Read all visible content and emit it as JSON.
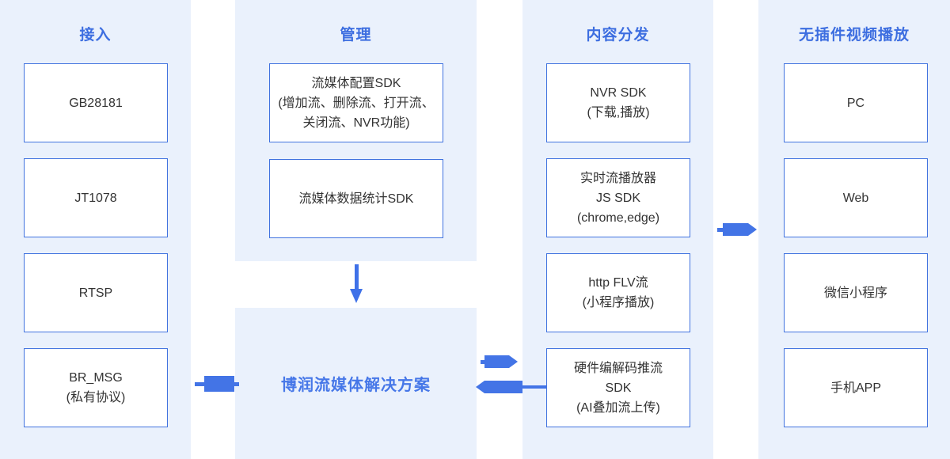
{
  "colors": {
    "panel_bg": "#EAF1FC",
    "box_border": "#4173DF",
    "title_text": "#3D6EE0",
    "box_text": "#333333",
    "arrow": "#4374E6",
    "solution_text": "#4677E8"
  },
  "columns": {
    "access": {
      "title": "接入",
      "boxes": [
        [
          "GB28181"
        ],
        [
          "JT1078"
        ],
        [
          "RTSP"
        ],
        [
          "BR_MSG",
          "(私有协议)"
        ]
      ]
    },
    "manage": {
      "title": "管理",
      "boxes": [
        [
          "流媒体配置SDK",
          "(增加流、删除流、打开流、",
          "关闭流、NVR功能)"
        ],
        [
          "流媒体数据统计SDK"
        ]
      ]
    },
    "distribute": {
      "title": "内容分发",
      "boxes": [
        [
          "NVR SDK",
          "(下载,播放)"
        ],
        [
          "实时流播放器",
          "JS SDK",
          "(chrome,edge)"
        ],
        [
          "http FLV流",
          "(小程序播放)"
        ],
        [
          "硬件编解码推流",
          "SDK",
          "(AI叠加流上传)"
        ]
      ]
    },
    "playback": {
      "title": "无插件视频播放",
      "boxes": [
        [
          "PC"
        ],
        [
          "Web"
        ],
        [
          "微信小程序"
        ],
        [
          "手机APP"
        ]
      ]
    }
  },
  "solution": {
    "label": "博润流媒体解决方案"
  },
  "icons": [
    "arrow-left-access-solution",
    "arrow-down-manage-to-solution",
    "arrow-right-solution-to-distribute",
    "arrow-left-hardware-sdk-to-solution",
    "arrow-right-distribute-to-playback"
  ]
}
